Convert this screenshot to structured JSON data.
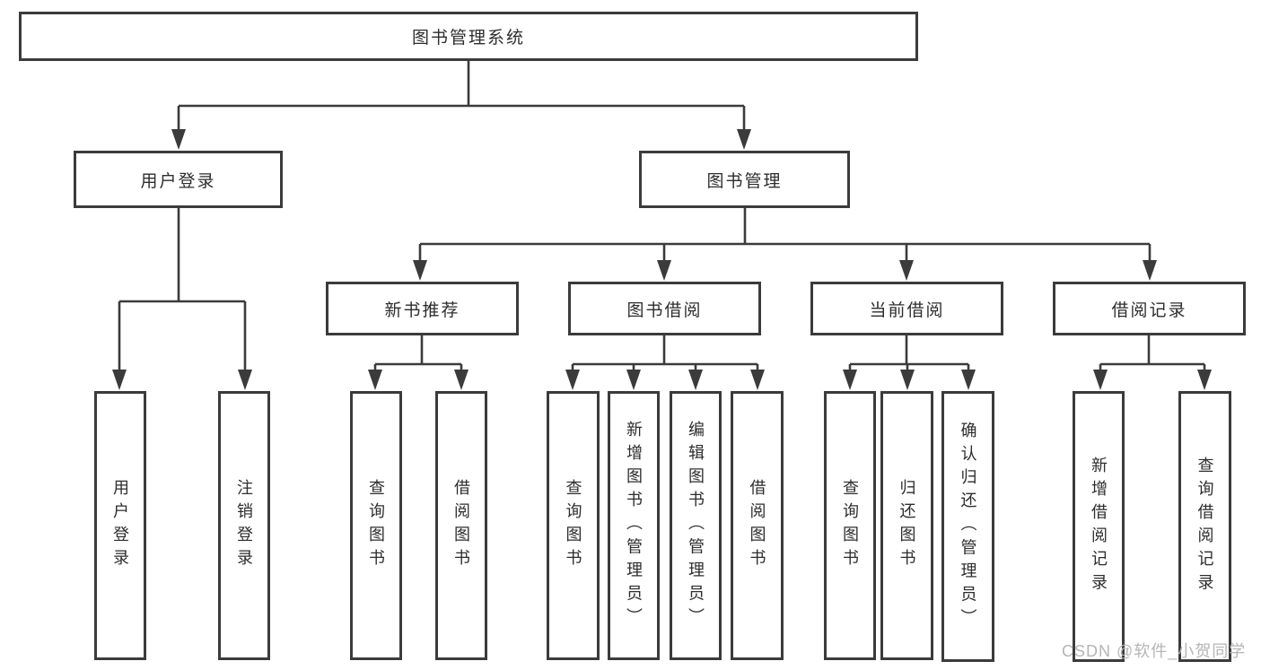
{
  "tree": {
    "label": "图书管理系统",
    "children": [
      {
        "label": "用户登录",
        "children": [
          {
            "label": "用户登录"
          },
          {
            "label": "注销登录"
          }
        ]
      },
      {
        "label": "图书管理",
        "children": [
          {
            "label": "新书推荐",
            "children": [
              {
                "label": "查询图书"
              },
              {
                "label": "借阅图书"
              }
            ]
          },
          {
            "label": "图书借阅",
            "children": [
              {
                "label": "查询图书"
              },
              {
                "label": "新增图书（管理员）"
              },
              {
                "label": "编辑图书（管理员）"
              },
              {
                "label": "借阅图书"
              }
            ]
          },
          {
            "label": "当前借阅",
            "children": [
              {
                "label": "查询图书"
              },
              {
                "label": "归还图书"
              },
              {
                "label": "确认归还（管理员）"
              }
            ]
          },
          {
            "label": "借阅记录",
            "children": [
              {
                "label": "新增借阅记录"
              },
              {
                "label": "查询借阅记录"
              }
            ]
          }
        ]
      }
    ]
  },
  "watermark": "CSDN @软件_小贺同学",
  "colors": {
    "line": "#3b3b3b",
    "text": "#2d2d2d",
    "background": "#ffffff",
    "watermark": "#b5b5b5"
  }
}
